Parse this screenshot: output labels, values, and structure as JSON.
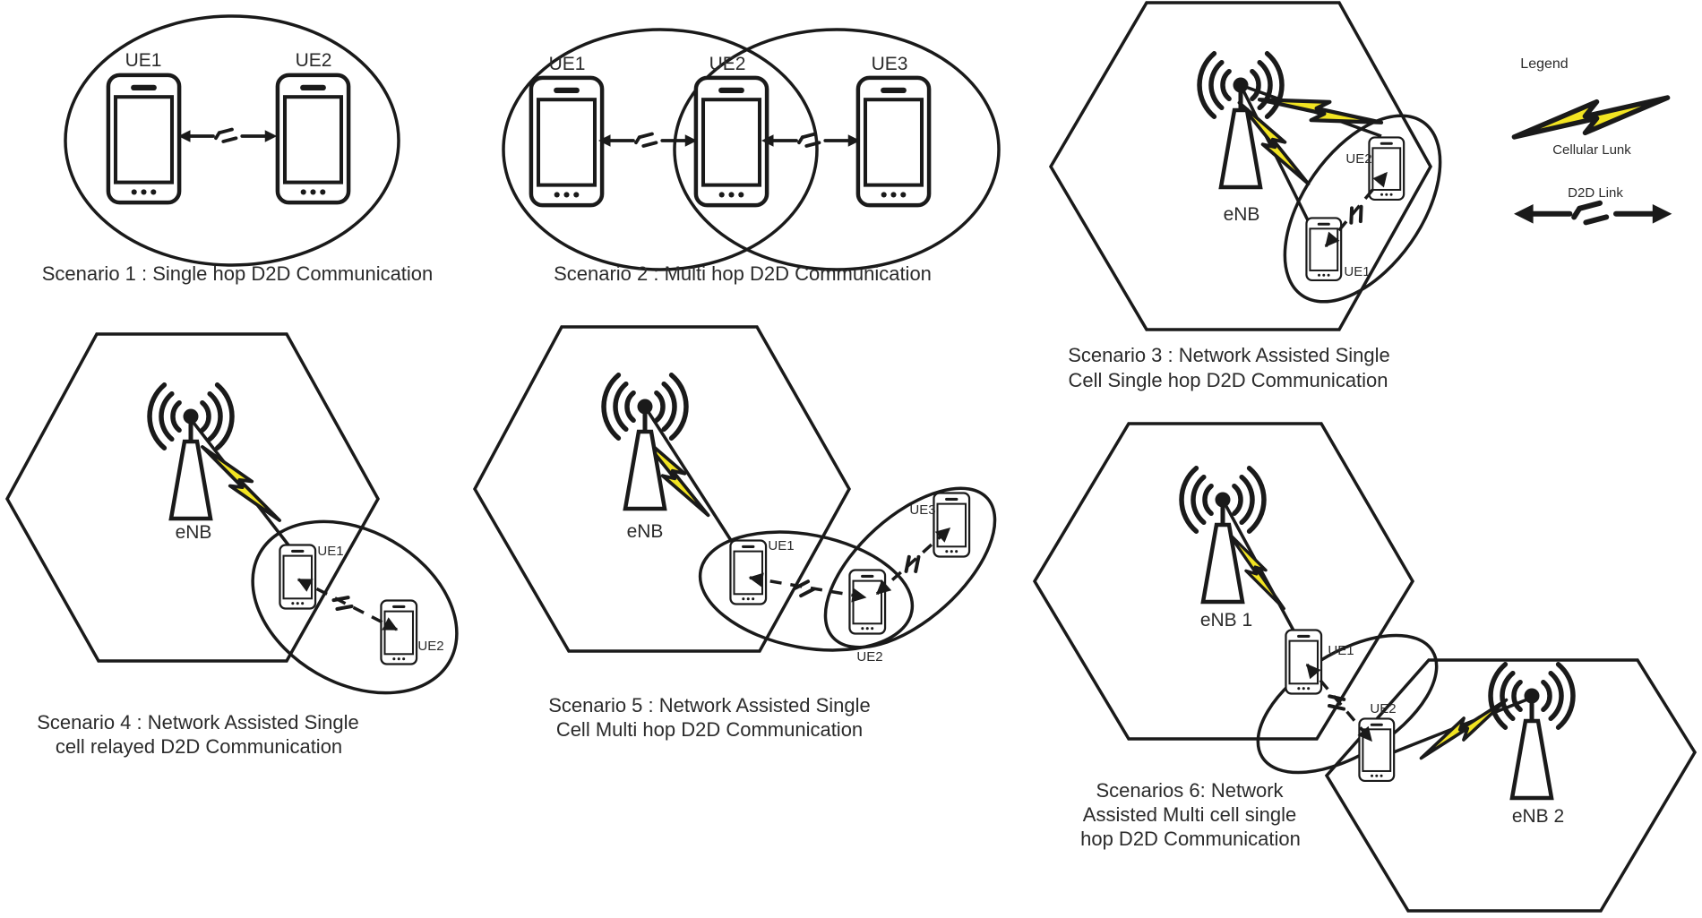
{
  "figure": {
    "legend": {
      "title": "Legend",
      "cellular_label": "Cellular Lunk",
      "d2d_label": "D2D Link"
    },
    "scenario1": {
      "caption": "Scenario 1 : Single hop D2D Communication",
      "ue1": "UE1",
      "ue2": "UE2"
    },
    "scenario2": {
      "caption": "Scenario 2 : Multi hop D2D Communication",
      "ue1": "UE1",
      "ue2": "UE2",
      "ue3": "UE3"
    },
    "scenario3": {
      "caption_line1": "Scenario 3 : Network Assisted Single",
      "caption_line2": "Cell Single hop D2D Communication",
      "enb": "eNB",
      "ue1": "UE1",
      "ue2": "UE2"
    },
    "scenario4": {
      "caption_line1": "Scenario 4 : Network Assisted Single",
      "caption_line2": "cell relayed D2D Communication",
      "enb": "eNB",
      "ue1": "UE1",
      "ue2": "UE2"
    },
    "scenario5": {
      "caption_line1": "Scenario 5 : Network Assisted Single",
      "caption_line2": "Cell Multi hop D2D Communication",
      "enb": "eNB",
      "ue1": "UE1",
      "ue2": "UE2",
      "ue3": "UE3"
    },
    "scenario6": {
      "caption_line1": "Scenarios 6: Network",
      "caption_line2": "Assisted Multi cell single",
      "caption_line3": "hop D2D Communication",
      "enb1": "eNB 1",
      "enb2": "eNB 2",
      "ue1": "UE1",
      "ue2": "UE2"
    }
  },
  "colors": {
    "ink": "#1a1a1a",
    "bolt_fill": "#f2e422",
    "text": "#2b2b2b",
    "bg": "#ffffff"
  }
}
